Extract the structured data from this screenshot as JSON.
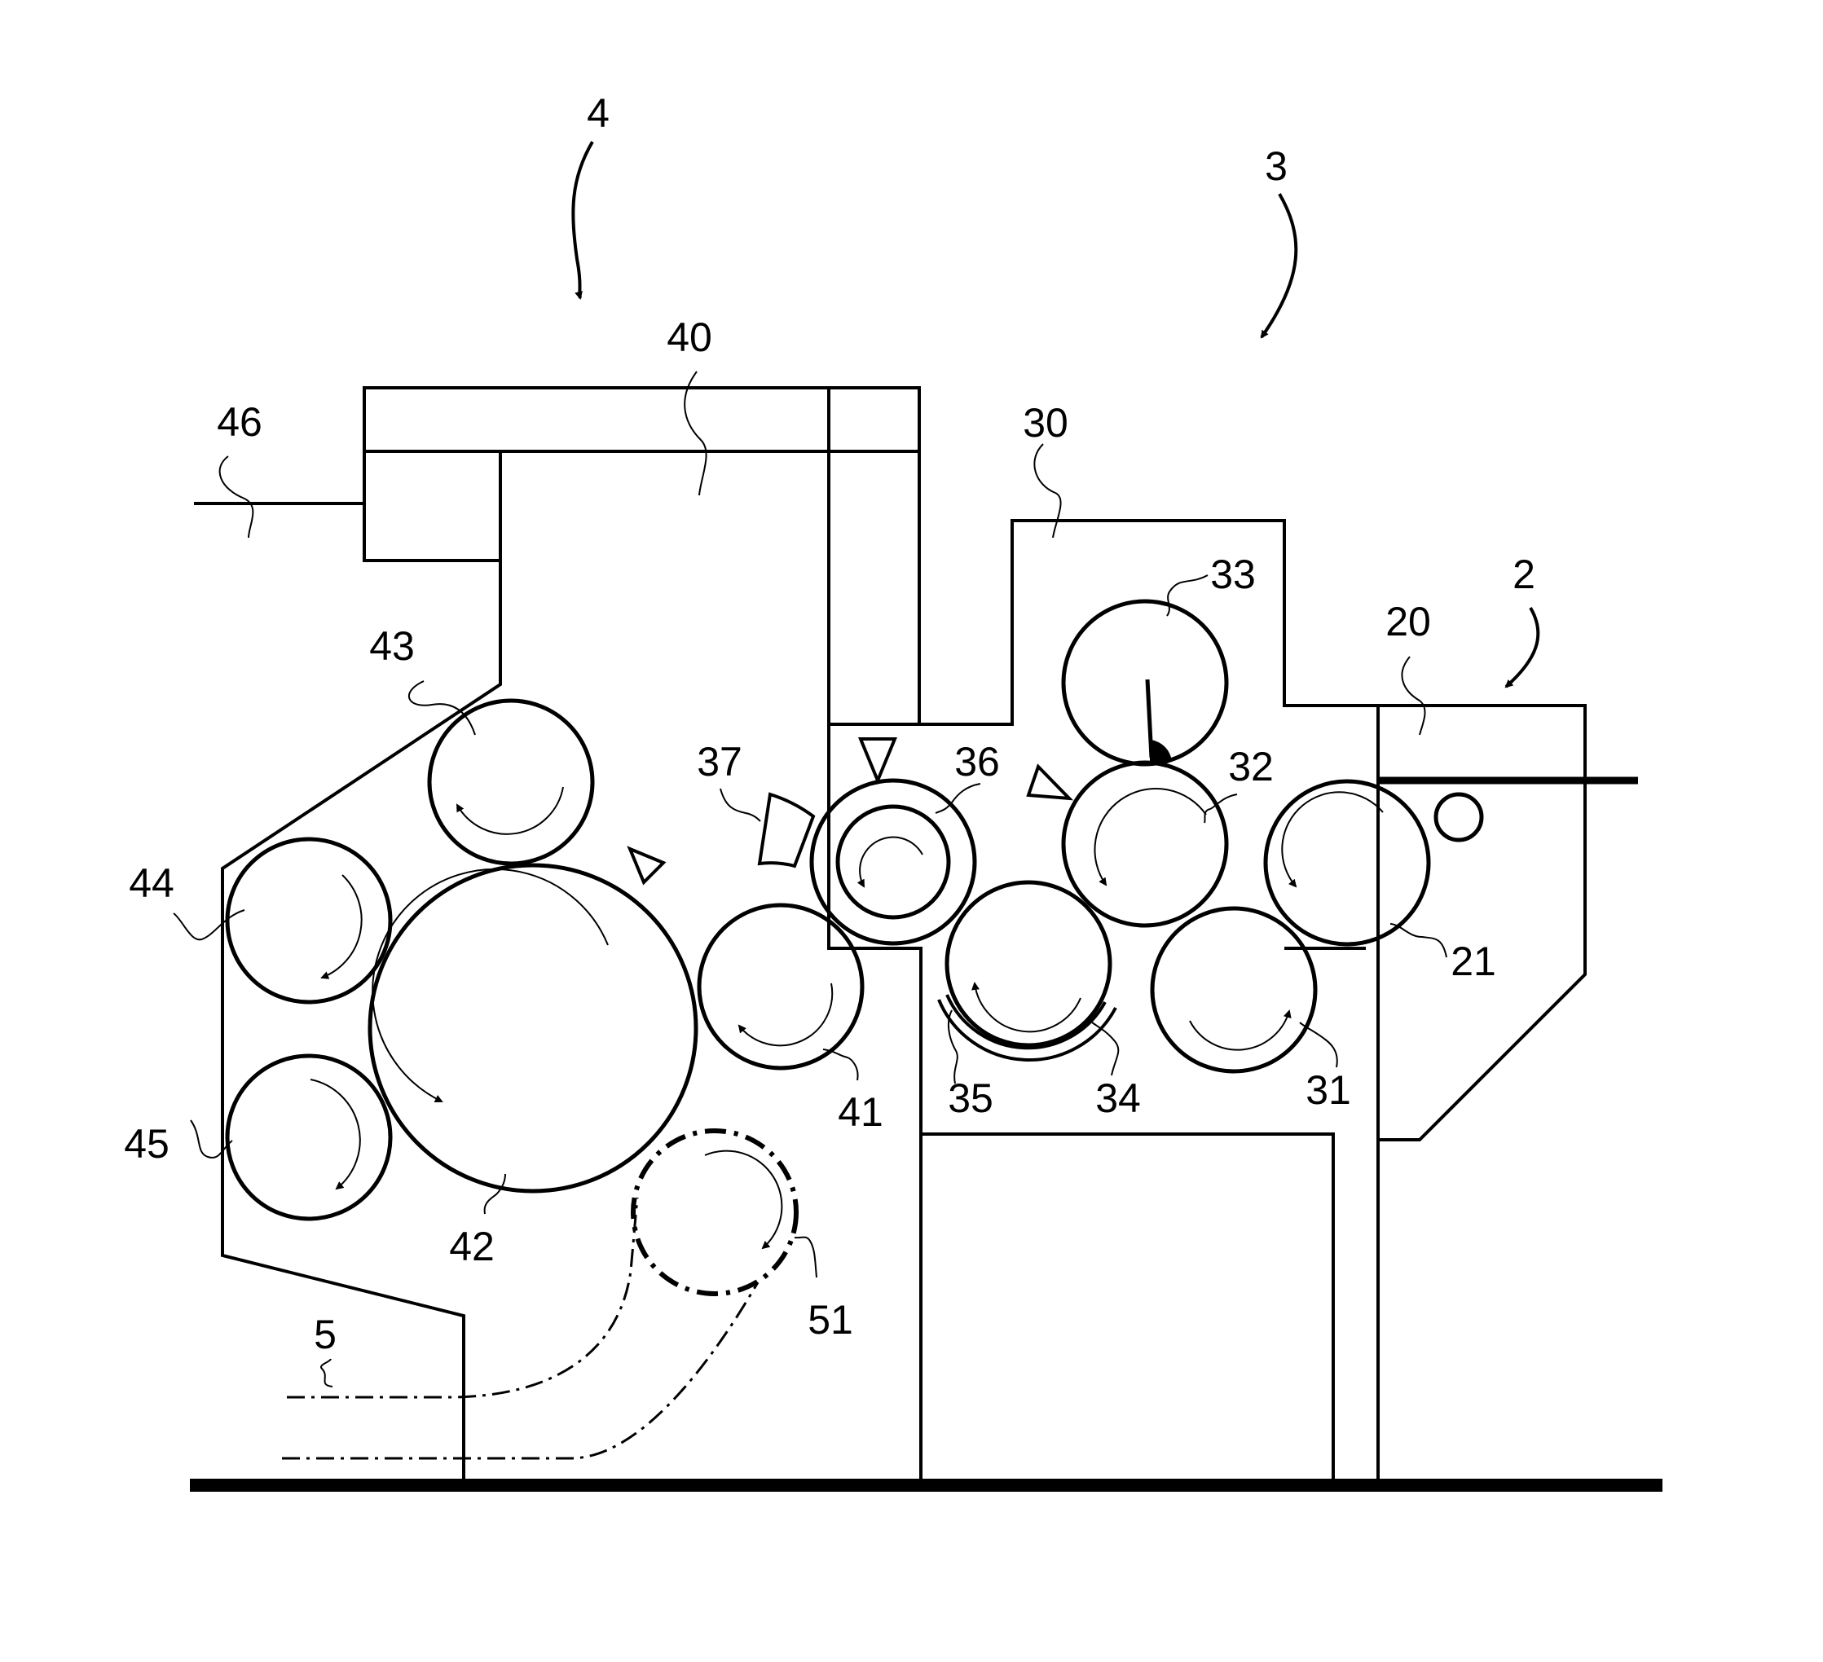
{
  "figure": {
    "labels": {
      "l4": "4",
      "l3": "3",
      "l40": "40",
      "l46": "46",
      "l30": "30",
      "l33": "33",
      "l2": "2",
      "l20": "20",
      "l43": "43",
      "l37": "37",
      "l36": "36",
      "l32": "32",
      "l44": "44",
      "l21": "21",
      "l41": "41",
      "l35": "35",
      "l34": "34",
      "l31": "31",
      "l45": "45",
      "l42": "42",
      "l51": "51",
      "l5": "5"
    }
  }
}
